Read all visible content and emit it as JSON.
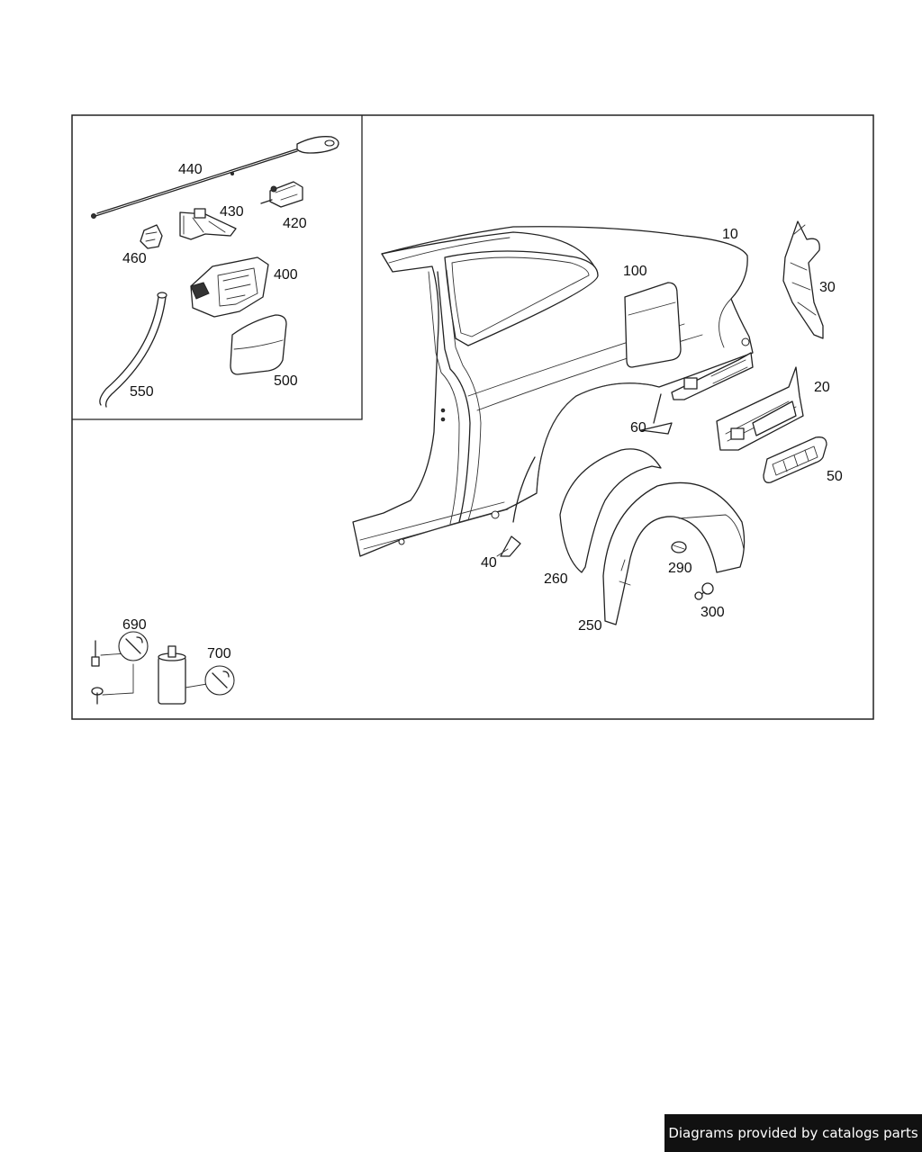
{
  "diagram": {
    "parts": [
      {
        "id": "p440",
        "label": "440"
      },
      {
        "id": "p430",
        "label": "430"
      },
      {
        "id": "p420",
        "label": "420"
      },
      {
        "id": "p460",
        "label": "460"
      },
      {
        "id": "p400",
        "label": "400"
      },
      {
        "id": "p550",
        "label": "550"
      },
      {
        "id": "p500",
        "label": "500"
      },
      {
        "id": "p10",
        "label": "10"
      },
      {
        "id": "p100",
        "label": "100"
      },
      {
        "id": "p30",
        "label": "30"
      },
      {
        "id": "p20",
        "label": "20"
      },
      {
        "id": "p60",
        "label": "60"
      },
      {
        "id": "p50",
        "label": "50"
      },
      {
        "id": "p40",
        "label": "40"
      },
      {
        "id": "p260",
        "label": "260"
      },
      {
        "id": "p290",
        "label": "290"
      },
      {
        "id": "p300",
        "label": "300"
      },
      {
        "id": "p250",
        "label": "250"
      },
      {
        "id": "p690",
        "label": "690"
      },
      {
        "id": "p700",
        "label": "700"
      }
    ]
  },
  "footer": {
    "credit": "Diagrams provided by catalogs parts"
  }
}
